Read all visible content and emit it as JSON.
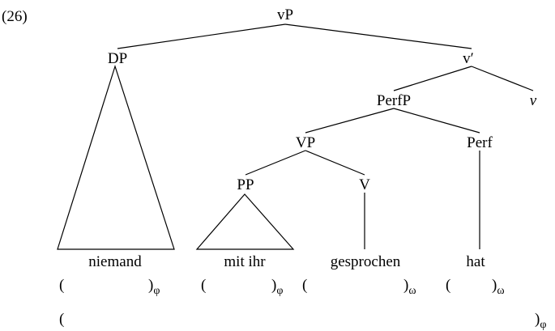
{
  "example_number": "(26)",
  "nodes": {
    "vP": {
      "cat": "v",
      "suffix": "P"
    },
    "DP": {
      "label": "DP"
    },
    "vbar": {
      "cat": "v",
      "suffix": "′"
    },
    "PerfP": {
      "label": "PerfP"
    },
    "v_head": {
      "cat": "v"
    },
    "VP": {
      "label": "VP"
    },
    "Perf": {
      "label": "Perf"
    },
    "PP": {
      "label": "PP"
    },
    "V": {
      "label": "V"
    }
  },
  "terminals": {
    "niemand": "niemand",
    "mit_ihr": "mit ihr",
    "gesprochen": "gesprochen",
    "hat": "hat"
  },
  "prosody_row1": [
    {
      "open": "(",
      "close": ")",
      "sub": "φ"
    },
    {
      "open": "(",
      "close": ")",
      "sub": "φ"
    },
    {
      "open": "(",
      "close": ")",
      "sub": "ω"
    },
    {
      "open": "(",
      "close": ")",
      "sub": "ω"
    }
  ],
  "prosody_row2": {
    "open": "(",
    "close": ")",
    "sub": "φ"
  }
}
